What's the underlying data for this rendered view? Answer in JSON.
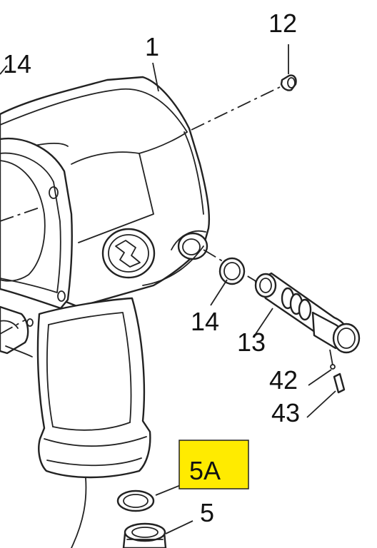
{
  "diagram": {
    "labels": {
      "part_1": "1",
      "part_12": "12",
      "part_14_top": "14",
      "part_14": "14",
      "part_13": "13",
      "part_42": "42",
      "part_43": "43",
      "part_5a": "5A",
      "part_5": "5"
    },
    "highlight_color": "#FFEB00",
    "line_color": "#222222"
  }
}
